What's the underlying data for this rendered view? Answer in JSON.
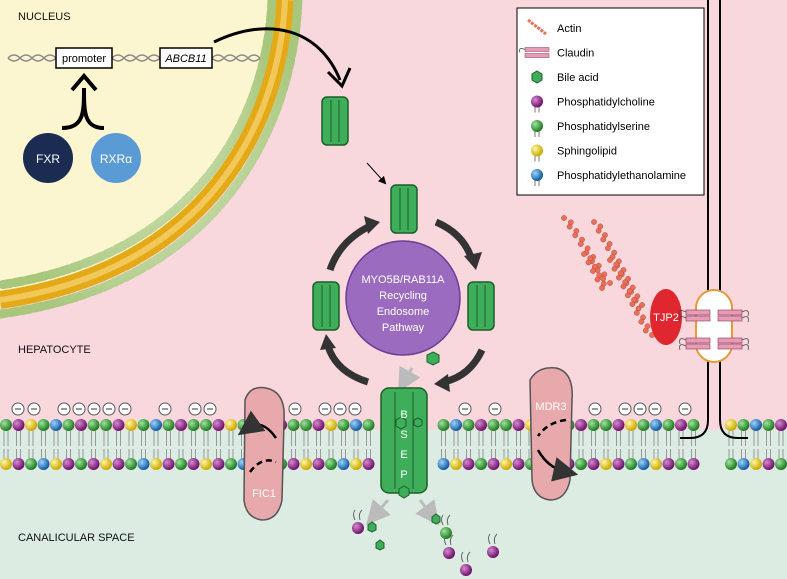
{
  "labels": {
    "nucleus": "NUCLEUS",
    "hepatocyte": "HEPATOCYTE",
    "canalicular": "CANALICULAR SPACE",
    "promoter": "promoter",
    "gene": "ABCB11",
    "fxr": "FXR",
    "rxr": "RXRα",
    "endosome": [
      "MYO5B/RAB11A",
      "Recycling",
      "Endosome",
      "Pathway"
    ],
    "bsep_letters": [
      "B",
      "S",
      "E",
      "P"
    ],
    "fic1": "FIC1",
    "mdr3": "MDR3",
    "tjp2": "TJP2"
  },
  "legend": [
    {
      "label": "Actin",
      "icon": "actin-icon"
    },
    {
      "label": "Claudin",
      "icon": "claudin-icon"
    },
    {
      "label": "Bile acid",
      "icon": "bile-acid-icon"
    },
    {
      "label": "Phosphatidylcholine",
      "icon": "phosphatidylcholine-icon",
      "color": "#8e1f86"
    },
    {
      "label": "Phosphatidylserine",
      "icon": "phosphatidylserine-icon",
      "color": "#2f9e2f"
    },
    {
      "label": "Sphingolipid",
      "icon": "sphingolipid-icon",
      "color": "#e8d21e"
    },
    {
      "label": "Phosphatidylethanolamine",
      "icon": "phosphatidylethanolamine-icon",
      "color": "#1f7fc4"
    }
  ],
  "colors": {
    "cytoplasm": "#f8d7dd",
    "canalicular": "#dcece2",
    "nucleus": "#fbf6cf",
    "bsep": "#3fae5a",
    "endosome": "#9b6bc0",
    "fxr": "#1c2b52",
    "rxr": "#5b9bd5",
    "tjp2": "#e0262e",
    "flippase": "#e7a9ac"
  }
}
